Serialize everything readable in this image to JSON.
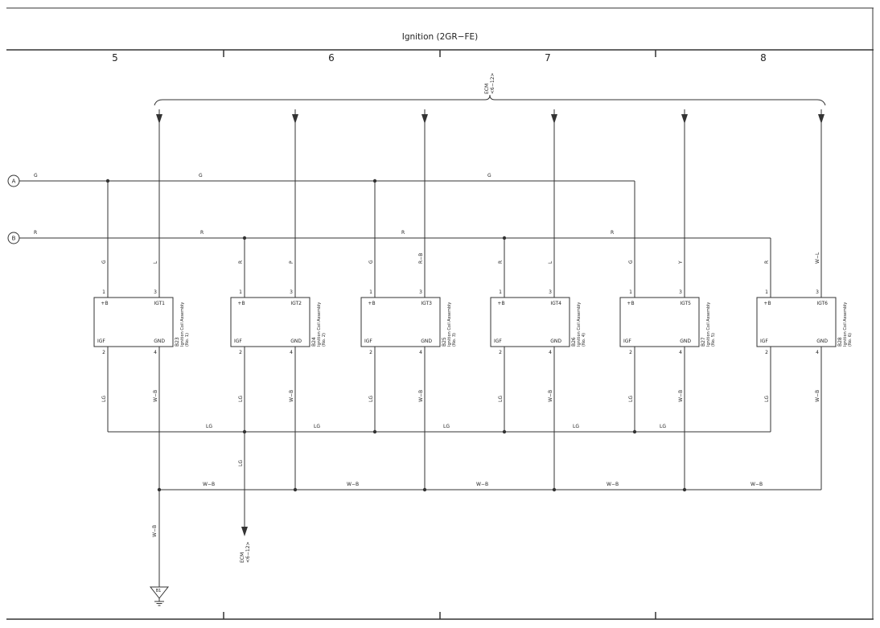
{
  "title": "Ignition (2GR−FE)",
  "columns": [
    "5",
    "6",
    "7",
    "8"
  ],
  "ecm_label": "ECM",
  "ecm_ref": "<6−12>",
  "connectors": {
    "a": "A",
    "b": "B"
  },
  "ground": {
    "label": "B1"
  },
  "wire_labels": {
    "g": "G",
    "r": "R",
    "lg": "LG",
    "wb": "W−B"
  },
  "coils": [
    {
      "code": "B23",
      "name": "Ignition Coil Assembly",
      "sub": "(No. 1)",
      "pin_tl": "+B",
      "pin_tr": "IGT1",
      "pin_bl": "IGF",
      "pin_br": "GND",
      "num_tl": "1",
      "num_tr": "3",
      "num_bl": "2",
      "num_br": "4",
      "wire_pwr": "G",
      "wire_igt": "L",
      "wire_igf": "LG",
      "wire_gnd": "W−B"
    },
    {
      "code": "B24",
      "name": "Ignition Coil Assembly",
      "sub": "(No. 2)",
      "pin_tl": "+B",
      "pin_tr": "IGT2",
      "pin_bl": "IGF",
      "pin_br": "GND",
      "num_tl": "1",
      "num_tr": "3",
      "num_bl": "2",
      "num_br": "4",
      "wire_pwr": "R",
      "wire_igt": "P",
      "wire_igf": "LG",
      "wire_gnd": "W−B"
    },
    {
      "code": "B25",
      "name": "Ignition Coil Assembly",
      "sub": "(No. 3)",
      "pin_tl": "+B",
      "pin_tr": "IGT3",
      "pin_bl": "IGF",
      "pin_br": "GND",
      "num_tl": "1",
      "num_tr": "3",
      "num_bl": "2",
      "num_br": "4",
      "wire_pwr": "G",
      "wire_igt": "R−B",
      "wire_igf": "LG",
      "wire_gnd": "W−B"
    },
    {
      "code": "B26",
      "name": "Ignition Coil Assembly",
      "sub": "(No. 4)",
      "pin_tl": "+B",
      "pin_tr": "IGT4",
      "pin_bl": "IGF",
      "pin_br": "GND",
      "num_tl": "1",
      "num_tr": "3",
      "num_bl": "2",
      "num_br": "4",
      "wire_pwr": "R",
      "wire_igt": "L",
      "wire_igf": "LG",
      "wire_gnd": "W−B"
    },
    {
      "code": "B27",
      "name": "Ignition Coil Assembly",
      "sub": "(No. 5)",
      "pin_tl": "+B",
      "pin_tr": "IGT5",
      "pin_bl": "IGF",
      "pin_br": "GND",
      "num_tl": "1",
      "num_tr": "3",
      "num_bl": "2",
      "num_br": "4",
      "wire_pwr": "G",
      "wire_igt": "Y",
      "wire_igf": "LG",
      "wire_gnd": "W−B"
    },
    {
      "code": "B28",
      "name": "Ignition Coil Assembly",
      "sub": "(No. 6)",
      "pin_tl": "+B",
      "pin_tr": "IGT6",
      "pin_bl": "IGF",
      "pin_br": "GND",
      "num_tl": "1",
      "num_tr": "3",
      "num_bl": "2",
      "num_br": "4",
      "wire_pwr": "R",
      "wire_igt": "W−L",
      "wire_igf": "LG",
      "wire_gnd": "W−B"
    }
  ]
}
